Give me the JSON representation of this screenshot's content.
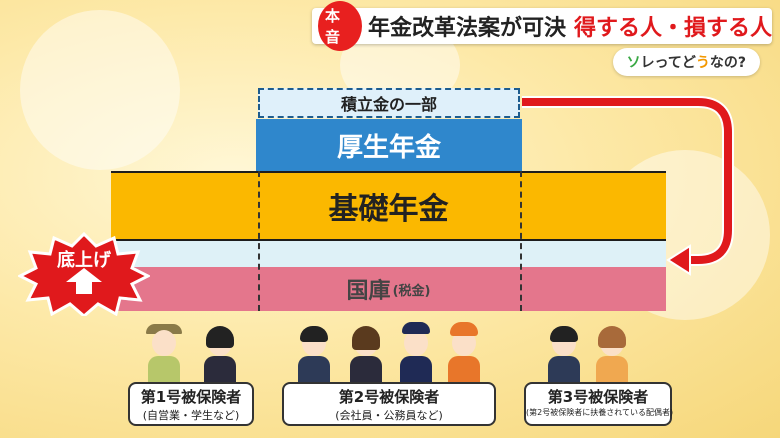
{
  "header": {
    "badge": "本音",
    "title": "年金改革法案が可決",
    "title_red": "得する人・損する人"
  },
  "subtitle": {
    "part1": "ソ",
    "part2": "レってど",
    "part3": "う",
    "part4": "なの?"
  },
  "diagram": {
    "tsumitate": "積立金の一部",
    "kosei": "厚生年金",
    "kiso": "基礎年金",
    "kokko": "国庫",
    "kokko_note": "(税金)",
    "burst_label": "底上げ"
  },
  "groups": [
    {
      "title": "第1号被保険者",
      "sub": "(自営業・学生など)"
    },
    {
      "title": "第2号被保険者",
      "sub": "(会社員・公務員など)"
    },
    {
      "title": "第3号被保険者",
      "sub": "(第2号被保険者に扶養されている配偶者)"
    }
  ],
  "colors": {
    "accent_red": "#e0191c",
    "kosei_blue": "#2f87cc",
    "kiso_yellow": "#fbb800",
    "kokko_pink": "#e4768c"
  }
}
